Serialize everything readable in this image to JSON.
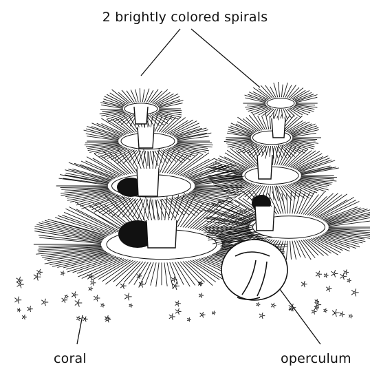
{
  "labels": {
    "top": "2 brightly colored spirals",
    "coral": "coral",
    "operculum": "operculum"
  },
  "colors": {
    "ink": "#111111",
    "background": "#ffffff"
  }
}
